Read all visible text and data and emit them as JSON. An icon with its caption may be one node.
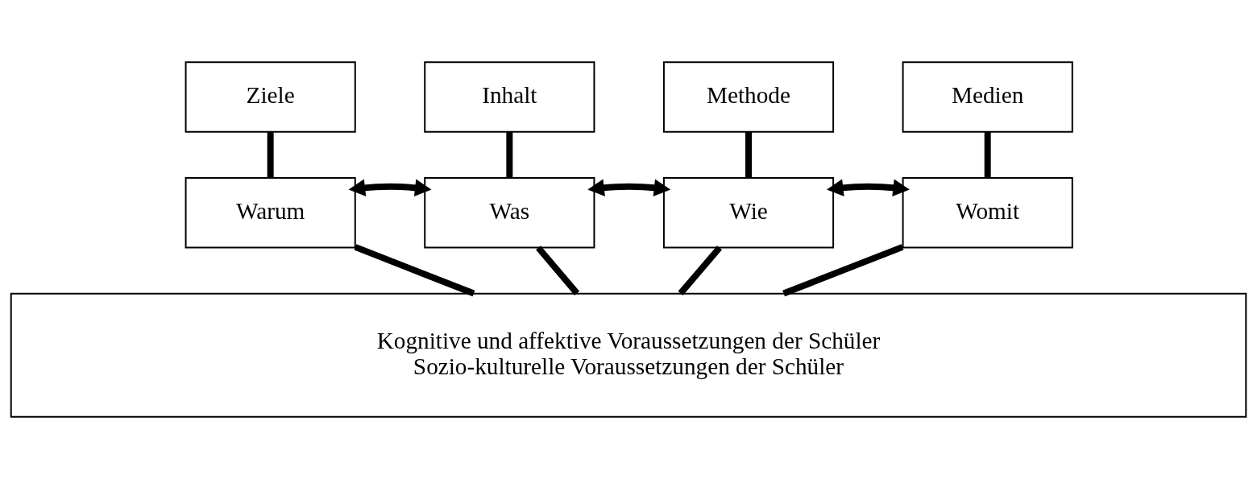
{
  "diagram": {
    "nodes": [
      {
        "text": [
          "Ziele"
        ]
      },
      {
        "text": [
          "Inhalt"
        ]
      },
      {
        "text": [
          "Methode"
        ]
      },
      {
        "text": [
          "Medien"
        ]
      },
      {
        "text": [
          "Warum"
        ]
      },
      {
        "text": [
          "Was"
        ]
      },
      {
        "text": [
          "Wie"
        ]
      },
      {
        "text": [
          "Womit"
        ]
      },
      {
        "text": [
          "Kognitive und affektive Voraussetzungen der Schüler",
          "Sozio-kulturelle Voraussetzungen der Schüler"
        ]
      }
    ],
    "edges": [
      {
        "from": 0,
        "to": 4,
        "arrow": "none"
      },
      {
        "from": 1,
        "to": 5,
        "arrow": "none"
      },
      {
        "from": 2,
        "to": 6,
        "arrow": "none"
      },
      {
        "from": 3,
        "to": 7,
        "arrow": "none"
      },
      {
        "from": 4,
        "to": 5,
        "arrow": "both"
      },
      {
        "from": 5,
        "to": 6,
        "arrow": "both"
      },
      {
        "from": 6,
        "to": 7,
        "arrow": "both"
      },
      {
        "from": 4,
        "to": 8,
        "arrow": "none"
      },
      {
        "from": 5,
        "to": 8,
        "arrow": "none"
      },
      {
        "from": 6,
        "to": 8,
        "arrow": "none"
      },
      {
        "from": 7,
        "to": 8,
        "arrow": "none"
      }
    ]
  }
}
